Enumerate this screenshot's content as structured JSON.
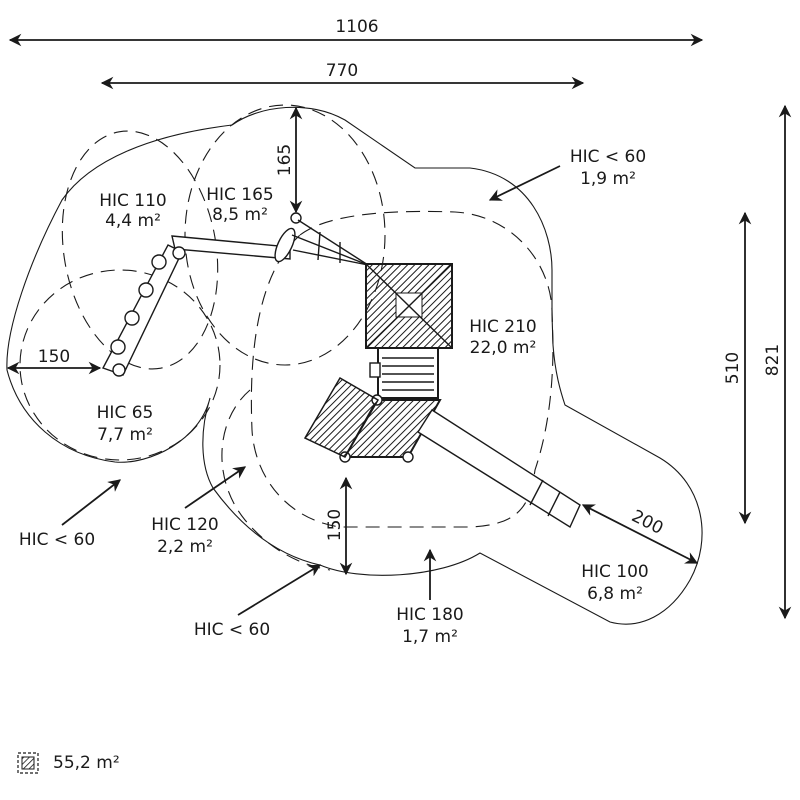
{
  "dimensions": {
    "overall_width": "1106",
    "inner_width": "770",
    "overall_depth": "821",
    "inner_depth": "510",
    "clearance_top": "165",
    "clearance_left": "150",
    "clearance_bottom": "150",
    "clearance_slide": "200"
  },
  "zones": [
    {
      "hic": "HIC 110",
      "area": "4,4 m²"
    },
    {
      "hic": "HIC 165",
      "area": "8,5 m²"
    },
    {
      "hic": "HIC < 60",
      "area": "1,9 m²"
    },
    {
      "hic": "HIC 210",
      "area": "22,0 m²"
    },
    {
      "hic": "HIC 65",
      "area": "7,7 m²"
    },
    {
      "hic": "HIC 120",
      "area": "2,2 m²"
    },
    {
      "hic": "HIC 100",
      "area": "6,8 m²"
    },
    {
      "hic": "HIC 180",
      "area": "1,7 m²"
    }
  ],
  "callouts": {
    "hic_lt60_left": "HIC < 60",
    "hic_lt60_bottom": "HIC < 60"
  },
  "legend": {
    "icon": "hatched-area-icon",
    "total_area": "55,2 m²"
  },
  "colors": {
    "ink": "#1a1a1a",
    "background": "#ffffff"
  }
}
